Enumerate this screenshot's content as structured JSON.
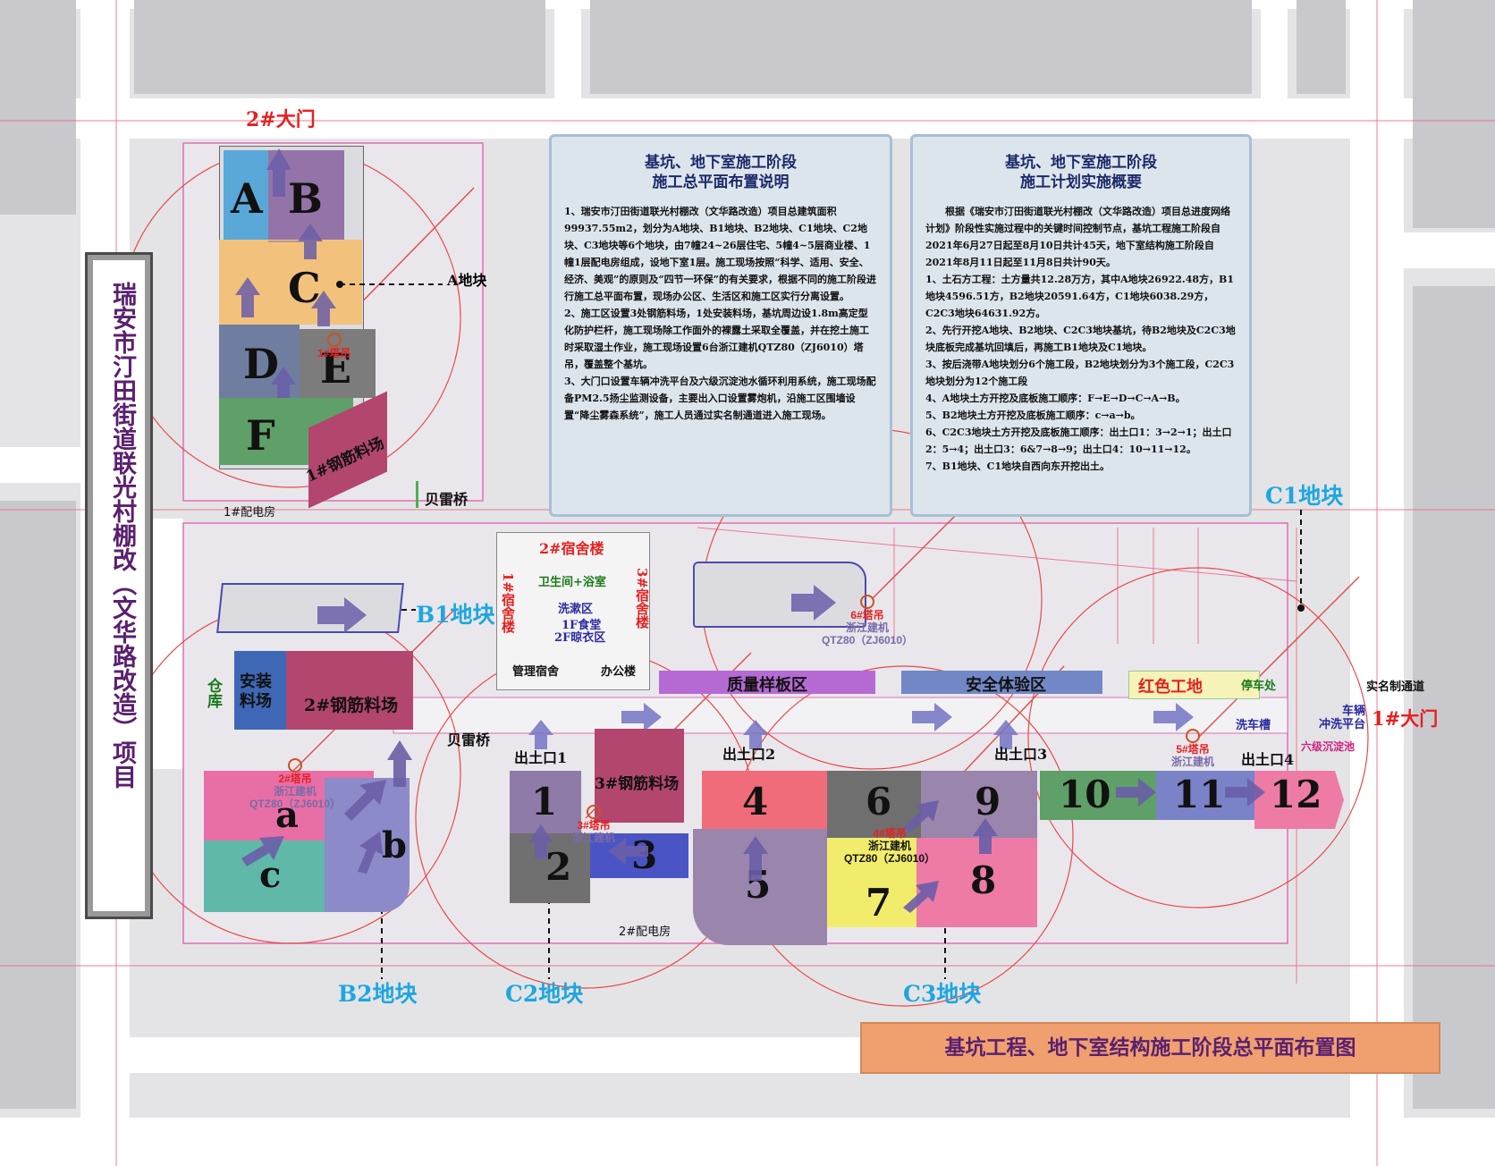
{
  "colors": {
    "background": "#e4e4e6",
    "title_box": "#efa06e",
    "road": "#ffffff",
    "zone_A": "#5aa8d8",
    "zone_B": "#9474a8",
    "zone_C": "#f2c27c",
    "zone_D": "#6f7ea0",
    "zone_E": "#7c7c7c",
    "zone_F": "#5ea068",
    "rebar_yard": "#b2466e",
    "purple_label": "#5b2070",
    "cyan_label": "#1ea6e0",
    "red_label": "#e62020"
  },
  "project_title": "瑞安市汀田街道联光村棚改（文华路改造）项目",
  "drawing_title": "基坑工程、地下室结构施工阶段总平面布置图",
  "gates": {
    "gate2": "2#大门",
    "gate1": "1#大门",
    "realname": "实名制通道"
  },
  "plots": {
    "A": "A地块",
    "B1": "B1地块",
    "B2": "B2地块",
    "C1": "C1地块",
    "C2": "C2地块",
    "C3": "C3地块"
  },
  "zones_A": [
    "A",
    "B",
    "C",
    "D",
    "E",
    "F"
  ],
  "zones_B2": [
    "a",
    "b",
    "c"
  ],
  "zones_C": [
    "1",
    "2",
    "3",
    "4",
    "5",
    "6",
    "7",
    "8",
    "9",
    "10",
    "11",
    "12"
  ],
  "facilities": {
    "rebar1": "1#钢筋料场",
    "rebar2": "2#钢筋料场",
    "rebar3": "3#钢筋料场",
    "install": "安装料场",
    "warehouse": "仓库",
    "power1": "1#配电房",
    "power2": "2#配电房",
    "bailey1": "贝雷桥",
    "bailey2": "贝雷桥",
    "dorm1": "1#宿舍楼",
    "dorm2": "2#宿舍楼",
    "dorm3": "3#宿舍楼",
    "toilet": "卫生间+浴室",
    "wash": "洗漱区",
    "canteen": "1F食堂",
    "drying": "2F晾衣区",
    "mgmt": "管理宿舍",
    "office": "办公楼",
    "quality": "质量样板区",
    "safety": "安全体验区",
    "redsite": "红色工地",
    "parking": "停车处",
    "washtank": "洗车槽",
    "vehwash": "车辆\n冲洗平台",
    "sediment": "六级沉淀池"
  },
  "exits": [
    "出土口1",
    "出土口2",
    "出土口3",
    "出土口4"
  ],
  "cranes": {
    "c1": "1#塔吊",
    "c2": "2#塔吊",
    "c3": "3#塔吊",
    "c4": "4#塔吊",
    "c5": "5#塔吊",
    "c6": "6#塔吊",
    "maker": "浙江建机",
    "model": "QTZ80（ZJ6010）"
  },
  "panel_left": {
    "title1": "基坑、地下室施工阶段",
    "title2": "施工总平面布置说明",
    "paras": [
      "1、瑞安市汀田街道联光村棚改（文华路改造）项目总建筑面积99937.55m2，划分为A地块、B1地块、B2地块、C1地块、C2地块、C3地块等6个地块，由7幢24~26层住宅、5幢4~5层商业楼、1幢1层配电房组成，设地下室1层。施工现场按照“科学、适用、安全、经济、美观”的原则及“四节一环保”的有关要求，根据不同的施工阶段进行施工总平面布置，现场办公区、生活区和施工区实行分离设置。",
      "2、施工区设置3处钢筋料场，1处安装料场，基坑周边设1.8m高定型化防护栏杆，施工现场除工作面外的裸露土采取全覆盖，并在挖土施工时采取湿土作业，施工现场设置6台浙江建机QTZ80（ZJ6010）塔吊，覆盖整个基坑。",
      "3、大门口设置车辆冲洗平台及六级沉淀池水循环利用系统，施工现场配备PM2.5扬尘监测设备，主要出入口设置雾炮机，沿施工区围墙设置“降尘雾森系统”，施工人员通过实名制通道进入施工现场。"
    ]
  },
  "panel_right": {
    "title1": "基坑、地下室施工阶段",
    "title2": "施工计划实施概要",
    "paras": [
      "根据《瑞安市汀田街道联光村棚改（文华路改造）项目总进度网络计划》阶段性实施过程中的关键时间控制节点，基坑工程施工阶段自2021年6月27日起至8月10日共计45天，地下室结构施工阶段自2021年8月11日起至11月8日共计90天。",
      "1、土石方工程：土方量共12.28万方，其中A地块26922.48方，B1地块4596.51方，B2地块20591.64方，C1地块6038.29方，C2C3地块64631.92方。",
      "2、先行开挖A地块、B2地块、C2C3地块基坑，待B2地块及C2C3地块底板完成基坑回填后，再施工B1地块及C1地块。",
      "3、按后浇带A地块划分6个施工段，B2地块划分为3个施工段，C2C3地块划分为12个施工段",
      "4、A地块土方开挖及底板施工顺序：F→E→D→C→A→B。",
      "5、B2地块土方开挖及底板施工顺序：c→a→b。",
      "6、C2C3地块土方开挖及底板施工顺序：出土口1：3→2→1；出土口2：5→4；出土口3：6&7→8→9；出土口4：10→11→12。",
      "7、B1地块、C1地块自西向东开挖出土。"
    ]
  }
}
